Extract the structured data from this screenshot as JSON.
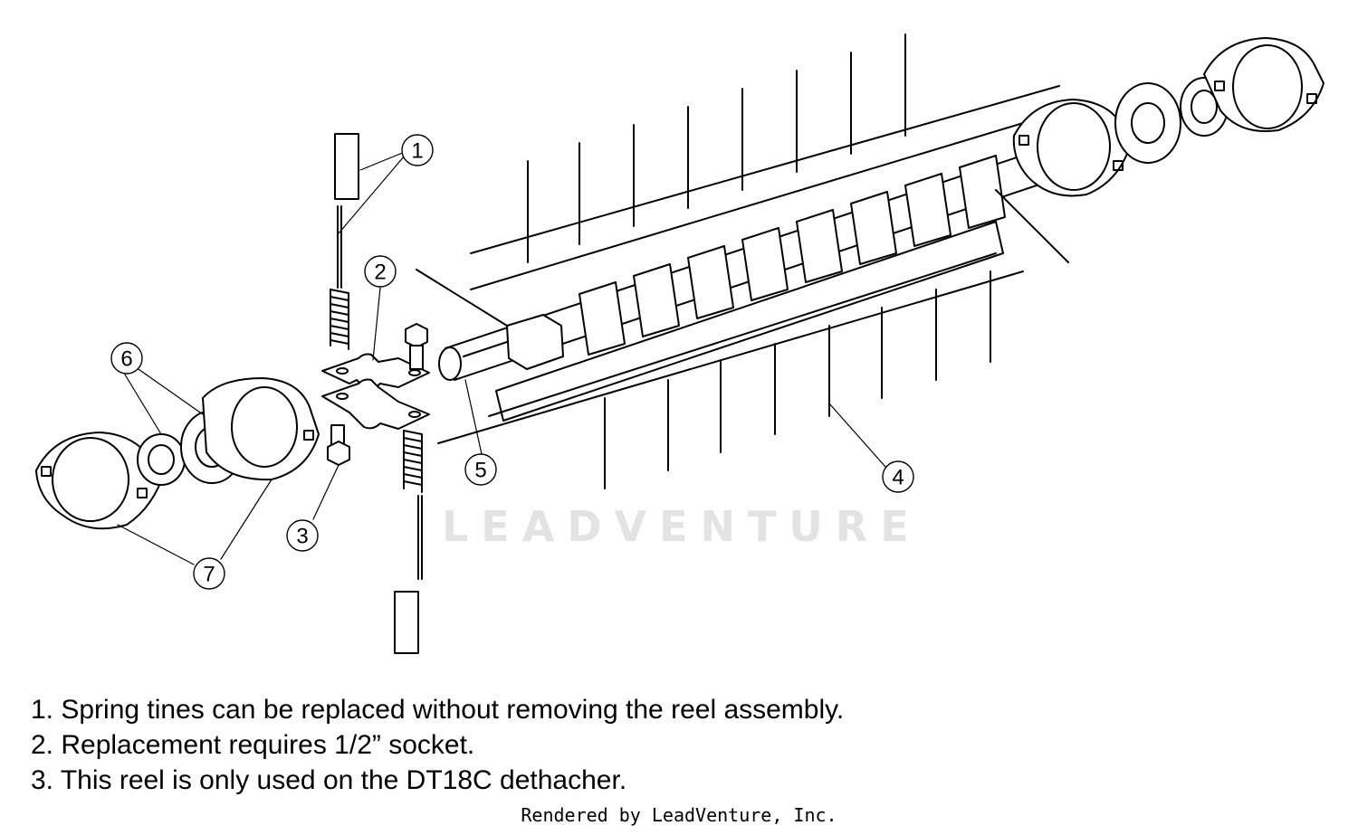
{
  "watermark": "LEADVENTURE",
  "callouts": [
    {
      "id": "1",
      "label": "1"
    },
    {
      "id": "2",
      "label": "2"
    },
    {
      "id": "3",
      "label": "3"
    },
    {
      "id": "4",
      "label": "4"
    },
    {
      "id": "5",
      "label": "5"
    },
    {
      "id": "6",
      "label": "6"
    },
    {
      "id": "7",
      "label": "7"
    }
  ],
  "notes": [
    "1. Spring tines can be replaced without removing the reel assembly.",
    "2. Replacement requires 1/2” socket.",
    "3. This reel is only used on the DT18C dethacher."
  ],
  "credit": "Rendered by LeadVenture, Inc."
}
